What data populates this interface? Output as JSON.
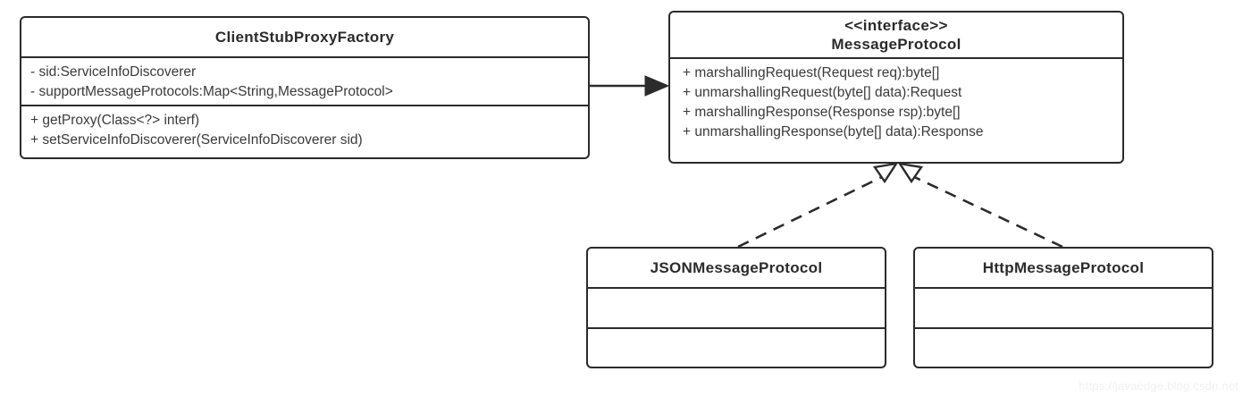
{
  "diagram": {
    "type": "uml-class-diagram",
    "background": "#ffffff",
    "line_color": "#2b2b2b",
    "text_color": "#3a3a3a"
  },
  "classes": {
    "client_stub_proxy_factory": {
      "name": "ClientStubProxyFactory",
      "attributes": [
        "- sid:ServiceInfoDiscoverer",
        "- supportMessageProtocols:Map<String,MessageProtocol>"
      ],
      "operations": [
        "+ getProxy(Class<?> interf)",
        "+ setServiceInfoDiscoverer(ServiceInfoDiscoverer sid)"
      ]
    },
    "message_protocol": {
      "stereotype": "<<interface>>",
      "name": "MessageProtocol",
      "operations": [
        "+ marshallingRequest(Request req):byte[]",
        "+ unmarshallingRequest(byte[] data):Request",
        "+ marshallingResponse(Response rsp):byte[]",
        "+ unmarshallingResponse(byte[] data):Response"
      ]
    },
    "json_message_protocol": {
      "name": "JSONMessageProtocol",
      "attributes": [],
      "operations": []
    },
    "http_message_protocol": {
      "name": "HttpMessageProtocol",
      "attributes": [],
      "operations": []
    }
  },
  "relationships": [
    {
      "id": "association-factory-to-protocol",
      "kind": "association",
      "style": "solid",
      "arrowhead": "filled-triangle",
      "from": "client_stub_proxy_factory",
      "to": "message_protocol"
    },
    {
      "id": "realization-json-to-protocol",
      "kind": "realization",
      "style": "dashed",
      "arrowhead": "hollow-triangle",
      "from": "json_message_protocol",
      "to": "message_protocol"
    },
    {
      "id": "realization-http-to-protocol",
      "kind": "realization",
      "style": "dashed",
      "arrowhead": "hollow-triangle",
      "from": "http_message_protocol",
      "to": "message_protocol"
    }
  ],
  "watermark": {
    "text": "https://javaedge.blog.csdn.net"
  }
}
